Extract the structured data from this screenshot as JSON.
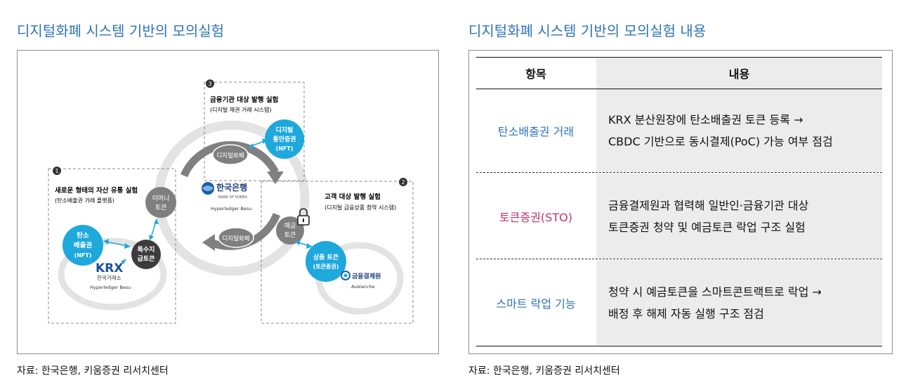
{
  "left": {
    "title": "디지털화폐 시스템 기반의 모의실험",
    "source": "자료: 한국은행, 키움증권 리서치센터",
    "diagram": {
      "sections": [
        {
          "number": "1",
          "title": "새로운 형태의 자산 유통 실험",
          "subtitle": "(탄소배출권 거래 플랫폼)"
        },
        {
          "number": "2",
          "title": "고객 대상 발행 실험",
          "subtitle": "(디지털 금융상품 청약 시스템)"
        },
        {
          "number": "3",
          "title": "금융기관 대상 발행 실험",
          "subtitle": "(디지털 채권 거래 시스템)"
        }
      ],
      "nodes": {
        "carbon_nft": [
          "탄소",
          "배출권",
          "(NFT)"
        ],
        "special_token": [
          "특수지",
          "급토큰"
        ],
        "e_money": [
          "이머니",
          "토큰"
        ],
        "digital_securities": [
          "디지털",
          "통안증권",
          "(NFT)"
        ],
        "deposit_token": [
          "예금",
          "토큰"
        ],
        "sto_token": [
          "상품 토큰",
          "(토큰증권)"
        ],
        "cbdc_top": "디지털화폐",
        "cbdc_bottom": "디지털화폐"
      },
      "logos": {
        "krx": "KRX",
        "krx_name": "한국거래소",
        "krx_chain": "Hyperledger Besu",
        "bok_name": "한국은행",
        "bok_en": "BANK OF KOREA",
        "bok_chain": "Hyperledger Besu",
        "ksd_name": "금융결제원",
        "ksd_chain": "Avalanche"
      },
      "colors": {
        "accent_blue": "#1ea8dc",
        "dark_node": "#3c3c3c",
        "gray_node": "#7f7f7f",
        "ring": "#e3e3e3"
      }
    }
  },
  "right": {
    "title": "디지털화폐 시스템 기반의 모의실험 내용",
    "source": "자료: 한국은행, 키움증권 리서치센터",
    "table": {
      "headers": [
        "항목",
        "내용"
      ],
      "rows": [
        {
          "item": "탄소배출권 거래",
          "lines": [
            "KRX 분산원장에 탄소배출권 토큰 등록 →",
            "CBDC 기반으로 동시결제(PoC) 가능 여부 점검"
          ]
        },
        {
          "item": "토큰증권(STO)",
          "lines": [
            "금융결제원과 협력해 일반인·금융기관 대상",
            "토큰증권 청약 및 예금토큰 락업 구조 실험"
          ]
        },
        {
          "item": "스마트 락업 기능",
          "lines": [
            "청약 시 예금토큰을 스마트콘트랙트로 락업 →",
            "배정 후 해제 자동 실행 구조 점검"
          ]
        }
      ]
    }
  }
}
